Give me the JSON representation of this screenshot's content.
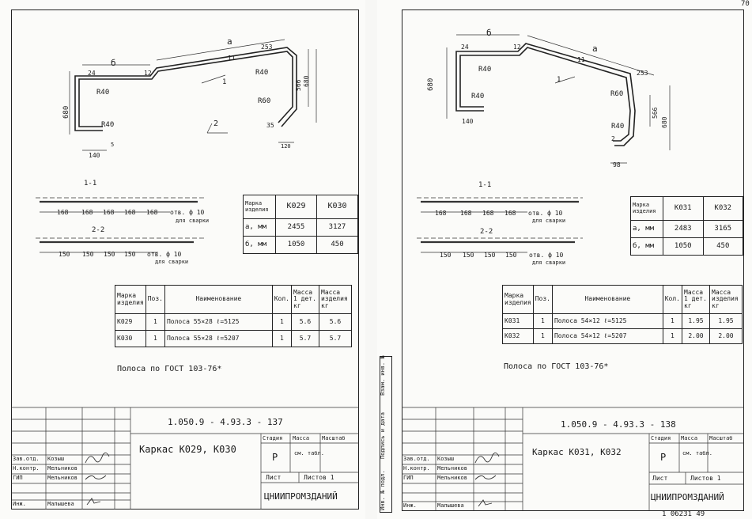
{
  "page_number": "70",
  "bottom_code": "1 06231   49",
  "side_stamp": [
    "Взам. инв. №",
    "Подпись и дата",
    "Инв. № подл."
  ],
  "left": {
    "dims": {
      "a": "а",
      "b": "б",
      "d680": "680",
      "r40a": "R40",
      "r40b": "R40",
      "r40c": "R40",
      "r60": "R60",
      "d253": "253",
      "d566": "566",
      "d680r": "680",
      "d35": "35",
      "d120": "120",
      "d140": "140",
      "d24": "24",
      "d12": "12",
      "d11": "11",
      "pos1": "1",
      "view2": "2",
      "d5": "5"
    },
    "sec1": "1-1",
    "sec2": "2-2",
    "sec1_dims": [
      "168",
      "168",
      "168",
      "168",
      "168"
    ],
    "sec2_dims": [
      "150",
      "150",
      "150",
      "150"
    ],
    "hole_note_a": "отв. ф 10",
    "hole_note_b": "для сварки",
    "dim_table": {
      "header": [
        "Марка изделия",
        "К029",
        "К030"
      ],
      "rows": [
        [
          "а, мм",
          "2455",
          "3127"
        ],
        [
          "б, мм",
          "1050",
          "450"
        ]
      ]
    },
    "spec": {
      "header": [
        "Марка изделия",
        "Поз.",
        "Наименование",
        "Кол.",
        "Масса 1 дет. кг",
        "Масса изделия кг"
      ],
      "rows": [
        [
          "К029",
          "1",
          "Полоса 55×28  ℓ=5125",
          "1",
          "5.6",
          "5.6"
        ],
        [
          "К030",
          "1",
          "Полоса 55×28  ℓ=5207",
          "1",
          "5.7",
          "5.7"
        ]
      ]
    },
    "gost": "Полоса по ГОСТ 103-76*",
    "title_block": {
      "doc_code": "1.050.9 - 4.93.3 - 137",
      "name": "Каркас К029, К030",
      "stage_h": "Стадия",
      "mass_h": "Масса",
      "scale_h": "Масштаб",
      "stage": "Р",
      "mass": "см. табл.",
      "sheet_h": "Лист",
      "sheets_h": "Листов 1",
      "org": "ЦНИИПРОМЗДАНИЙ",
      "people": [
        [
          "Зав.отд.",
          "Козыш"
        ],
        [
          "Н.контр.",
          "Мельников"
        ],
        [
          "ГИП",
          "Мельников"
        ],
        [
          "Инж.",
          "Малышева"
        ]
      ]
    }
  },
  "right": {
    "dims": {
      "a": "а",
      "b": "б",
      "d680": "680",
      "r40a": "R40",
      "r40b": "R40",
      "r40c": "R40",
      "r60": "R60",
      "d253": "253",
      "d566": "566",
      "d680r": "680",
      "d140": "140",
      "d98": "98",
      "d24": "24",
      "d12": "12",
      "d11": "11",
      "pos1": "1",
      "d2": "2"
    },
    "sec1": "1-1",
    "sec2": "2-2",
    "sec1_dims": [
      "168",
      "168",
      "168",
      "168"
    ],
    "sec2_dims": [
      "150",
      "150",
      "150",
      "150"
    ],
    "hole_note_a": "отв. ф 10",
    "hole_note_b": "для сварки",
    "dim_table": {
      "header": [
        "Марка изделия",
        "К031",
        "К032"
      ],
      "rows": [
        [
          "а, мм",
          "2483",
          "3165"
        ],
        [
          "б, мм",
          "1050",
          "450"
        ]
      ]
    },
    "spec": {
      "header": [
        "Марка изделия",
        "Поз.",
        "Наименование",
        "Кол.",
        "Масса 1 дет. кг",
        "Масса изделия кг"
      ],
      "rows": [
        [
          "К031",
          "1",
          "Полоса 54×12  ℓ=5125",
          "1",
          "1.95",
          "1.95"
        ],
        [
          "К032",
          "1",
          "Полоса 54×12  ℓ=5207",
          "1",
          "2.00",
          "2.00"
        ]
      ]
    },
    "gost": "Полоса по ГОСТ 103-76*",
    "title_block": {
      "doc_code": "1.050.9 - 4.93.3 - 138",
      "name": "Каркас К031, К032",
      "stage_h": "Стадия",
      "mass_h": "Масса",
      "scale_h": "Масштаб",
      "stage": "Р",
      "mass": "см. табл.",
      "sheet_h": "Лист",
      "sheets_h": "Листов 1",
      "org": "ЦНИИПРОМЗДАНИЙ",
      "people": [
        [
          "Зав.отд.",
          "Козыш"
        ],
        [
          "Н.контр.",
          "Мельников"
        ],
        [
          "ГИП",
          "Мельников"
        ],
        [
          "Инж.",
          "Малышева"
        ]
      ]
    }
  }
}
